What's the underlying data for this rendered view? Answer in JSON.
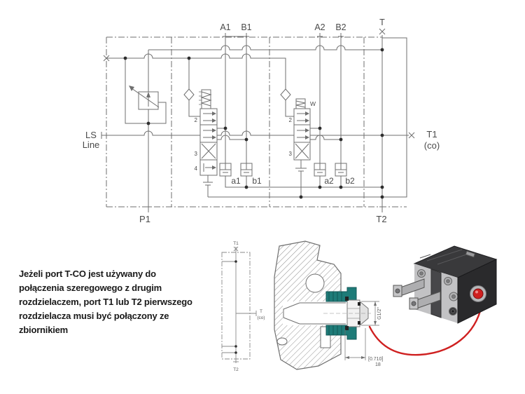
{
  "schematic": {
    "port_labels": {
      "a1_top": "A1",
      "b1_top": "B1",
      "a2_top": "A2",
      "b2_top": "B2",
      "t": "T",
      "t1": "T1",
      "t1_sub": "(co)",
      "t2": "T2",
      "p1": "P1",
      "ls": "LS",
      "ls_line": "Line"
    },
    "valve1": {
      "pos2": "2",
      "pos3": "3",
      "pos4": "4"
    },
    "valve2": {
      "pos2": "2",
      "pos3": "3",
      "spring": "W"
    },
    "work_ports": {
      "a1": "a1",
      "b1": "b1",
      "a2": "a2",
      "b2": "b2"
    }
  },
  "port_diagram": {
    "top": "T1",
    "mid": "T",
    "mid_sub": "(co)",
    "bottom": "T2"
  },
  "cross_section": {
    "thread_dim": "G1/2\"",
    "depth_dim": "[0.710]",
    "depth_dim_alt": "18"
  },
  "note": {
    "line1": "Jeżeli port T-CO jest używany do",
    "line2": "połączenia szeregowego z drugim",
    "line3": "rozdzielaczem, port T1 lub T2 pierwszego",
    "line4": "rozdzielacza musi być połączony ze",
    "line5": "zbiornikiem"
  },
  "colors": {
    "line": "#6a6a6a",
    "teal": "#1e7b78",
    "red": "#cf2020"
  }
}
